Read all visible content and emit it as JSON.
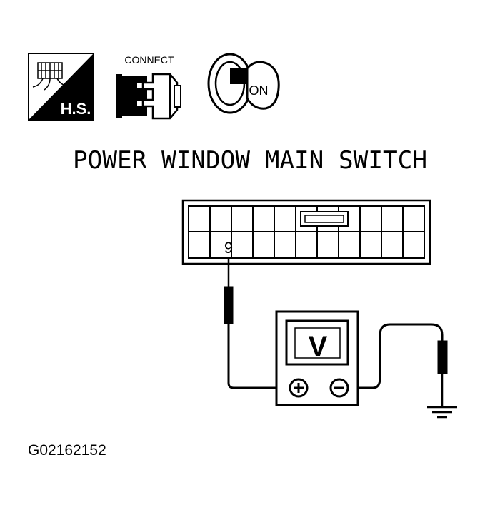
{
  "icons": {
    "harness_label": "H.S.",
    "connect_label": "CONNECT",
    "ignition_label": "ON"
  },
  "title": "POWER WINDOW MAIN SWITCH",
  "connector": {
    "terminal_label": "9"
  },
  "meter": {
    "label": "V"
  },
  "figure_id": "G02162152"
}
